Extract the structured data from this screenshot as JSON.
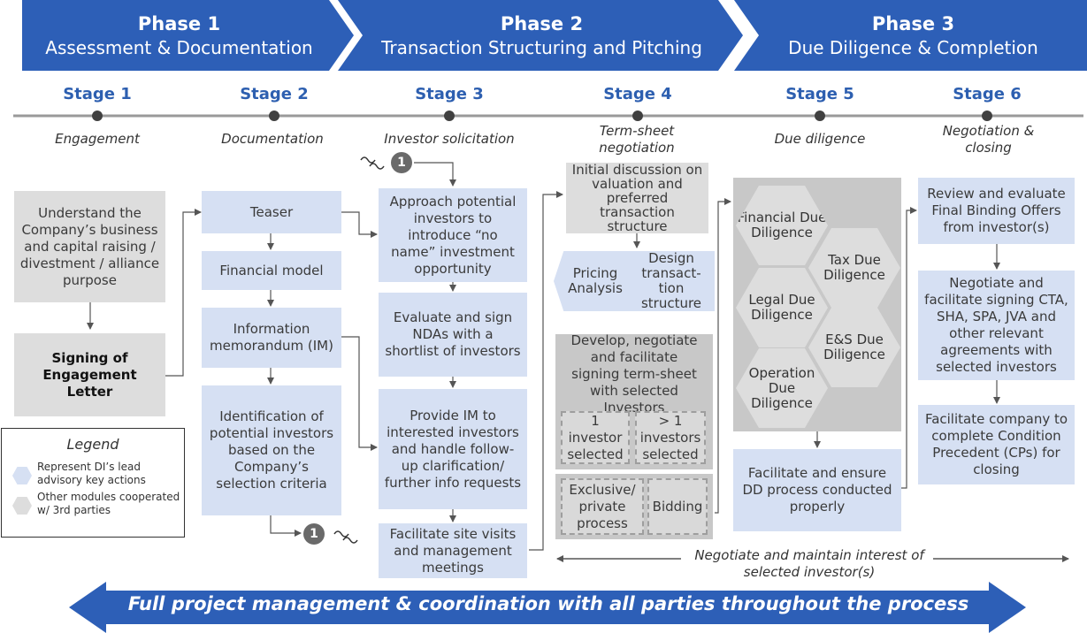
{
  "phases": [
    {
      "title": "Phase 1",
      "subtitle": "Assessment & Documentation"
    },
    {
      "title": "Phase 2",
      "subtitle": "Transaction Structuring and Pitching"
    },
    {
      "title": "Phase 3",
      "subtitle": "Due Diligence & Completion"
    }
  ],
  "stages": [
    {
      "label": "Stage 1",
      "desc": "Engagement"
    },
    {
      "label": "Stage 2",
      "desc": "Documentation"
    },
    {
      "label": "Stage 3",
      "desc": "Investor solicitation"
    },
    {
      "label": "Stage 4",
      "desc": "Term-sheet negotiation"
    },
    {
      "label": "Stage 5",
      "desc": "Due diligence"
    },
    {
      "label": "Stage 6",
      "desc": "Negotiation & closing"
    }
  ],
  "stage1": {
    "understand": "Understand the Company’s business and capital raising / divestment / alliance purpose",
    "signing": "Signing of Engagement Letter"
  },
  "stage2": {
    "teaser": "Teaser",
    "financial_model": "Financial model",
    "im": "Information memorandum (IM)",
    "identification": "Identification of potential investors based on the Company’s selection criteria"
  },
  "stage3": {
    "approach": "Approach potential investors to introduce “no name” investment opportunity",
    "nda": "Evaluate and sign NDAs with a shortlist of investors",
    "provide_im": "Provide IM to interested investors and handle follow-up clarification/ further info requests",
    "site_visits": "Facilitate site visits and management meetings"
  },
  "stage4": {
    "initial": "Initial discussion on valuation and preferred transaction structure",
    "pricing": "Pricing Analysis",
    "design": "Design transact-tion structure",
    "develop": "Develop, negotiate and facilitate signing term-sheet with selected Investors",
    "one_investor": "1 investor selected",
    "multi_investor": "> 1 investors selected",
    "exclusive": "Exclusive/ private process",
    "bidding": "Bidding"
  },
  "stage5": {
    "financial_dd": "Financial Due Diligence",
    "tax_dd": "Tax Due Diligence",
    "legal_dd": "Legal Due Diligence",
    "es_dd": "E&S Due Diligence",
    "operation_dd": "Operation Due Diligence",
    "facilitate": "Facilitate and ensure DD process conducted properly"
  },
  "stage6": {
    "review": "Review and evaluate Final Binding Offers from investor(s)",
    "negotiate": "Negotiate and facilitate signing CTA, SHA, SPA, JVA and other relevant agreements with selected investors",
    "facilitate_cp": "Facilitate company to complete Condition Precedent (CPs) for closing"
  },
  "legend": {
    "title": "Legend",
    "lead": "Represent DI’s lead advisory key actions",
    "other": "Other modules cooperated w/ 3rd parties"
  },
  "connector": "1",
  "negotiate_interest": "Negotiate and maintain interest of selected investor(s)",
  "banner": "Full project management & coordination with all parties throughout the process",
  "colors": {
    "phase_blue": "#2d5fb7",
    "lead_box": "#d6e0f3",
    "other_box": "#dddddd",
    "stage_text": "#2d5fb0"
  }
}
